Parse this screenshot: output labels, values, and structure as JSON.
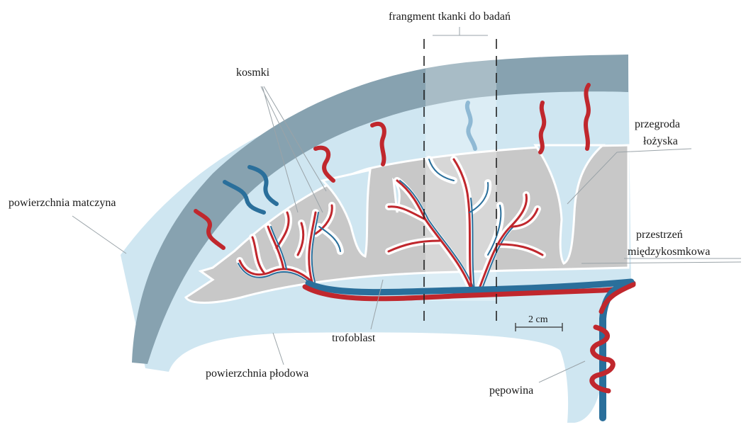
{
  "labels": {
    "fragment": "frangment tkanki do badań",
    "villi": "kosmki",
    "maternal_surface": "powierzchnia matczyna",
    "septum_line1": "przegroda",
    "septum_line2": "łożyska",
    "intervillous_line1": "przestrzeń",
    "intervillous_line2": "międzykosmkowa",
    "trophoblast": "trofoblast",
    "scale": "2 cm",
    "fetal_surface": "powierzchnia płodowa",
    "umbilical_cord": "pępowina"
  },
  "colors": {
    "outer_band": "#87a2b0",
    "light_blue": "#cfe6f1",
    "grey_tissue": "#c8c8c8",
    "artery_red": "#c0272d",
    "vein_blue": "#2a6f9b",
    "pale_vessel": "#8fb9d4"
  }
}
